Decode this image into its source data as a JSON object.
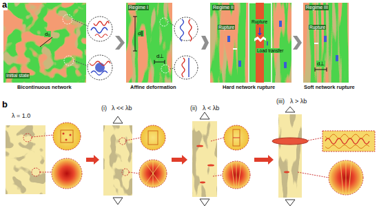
{
  "diagram": {
    "nodes": [
      {
        "text": [
          "d₀",
          "Initial state",
          "Bicontinuous network"
        ]
      },
      {
        "text": [
          "Regime I",
          "d∥",
          "d⊥",
          "Affine deformation"
        ]
      },
      {
        "text": [
          "Regime II",
          "Rupture",
          "Rupture",
          "Load transfer",
          "Hard network rupture"
        ]
      },
      {
        "text": [
          "Regime III",
          "Rupture",
          "d⊥",
          "Soft network rupture"
        ]
      },
      {
        "text": [
          "λ = 1.0"
        ]
      },
      {
        "text": [
          "(i)",
          "λ << λb"
        ]
      },
      {
        "text": [
          "(ii)",
          "λ < λb"
        ]
      },
      {
        "text": [
          "(iii)",
          "λ > λb"
        ]
      }
    ],
    "edges": [
      {
        "from": 0,
        "to": 1,
        "arrow": "to"
      },
      {
        "from": 1,
        "to": 2,
        "arrow": "to"
      },
      {
        "from": 2,
        "to": 3,
        "arrow": "to"
      },
      {
        "from": 4,
        "to": 5,
        "arrow": "to"
      },
      {
        "from": 5,
        "to": 6,
        "arrow": "to"
      },
      {
        "from": 6,
        "to": 7,
        "arrow": "to"
      }
    ],
    "labels": [
      "a",
      "b"
    ]
  }
}
